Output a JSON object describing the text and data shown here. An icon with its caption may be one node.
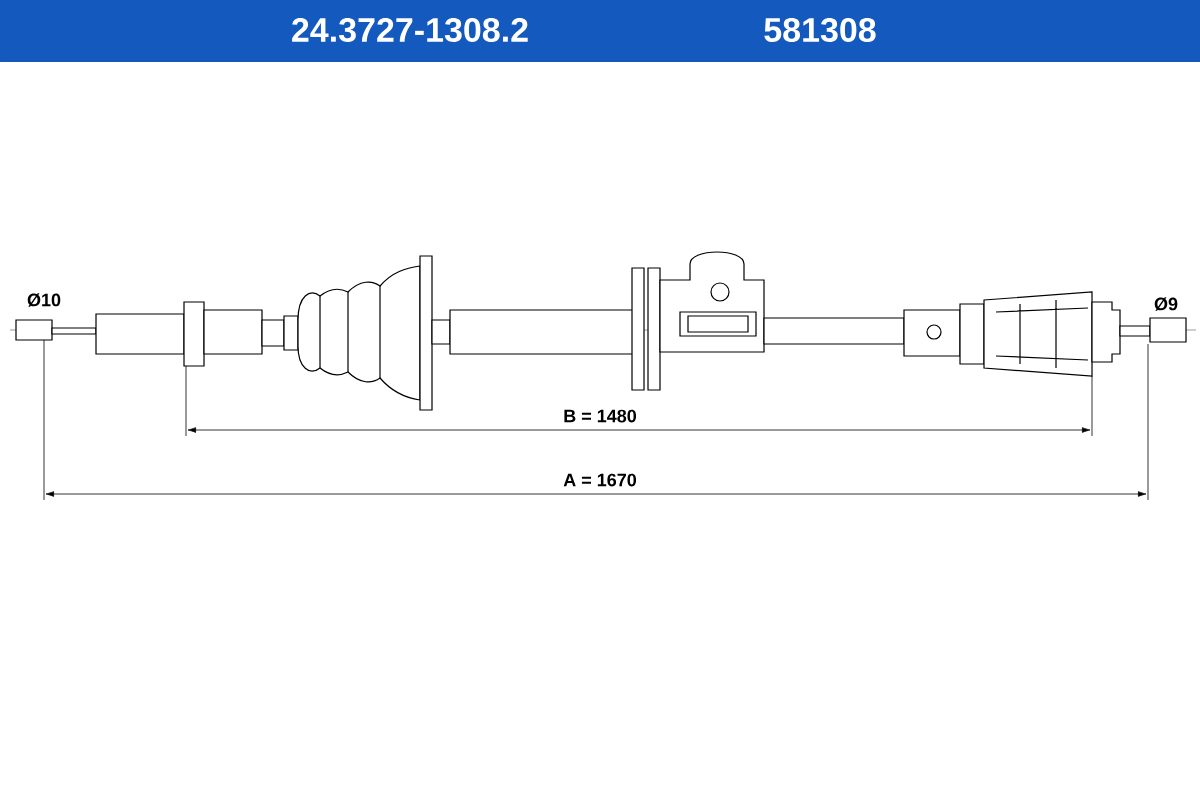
{
  "diagram": {
    "labels": [
      "24.3727-1308.2",
      "581308",
      "Ø10",
      "Ø9",
      "B = 1480",
      "A = 1670"
    ]
  }
}
